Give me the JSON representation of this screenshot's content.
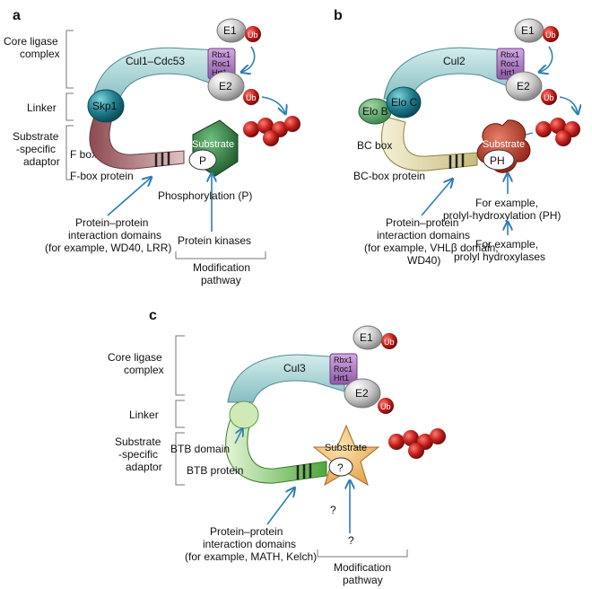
{
  "panels": {
    "a": {
      "letter": "a",
      "core_ligase": [
        "Core ligase",
        "complex"
      ],
      "linker": "Linker",
      "adaptor": [
        "Substrate",
        "-specific",
        "adaptor"
      ],
      "fbox": "F box",
      "fbox_protein": "F-box protein",
      "cullin": "Cul1–Cdc53",
      "skp": "Skp1",
      "rbx": [
        "Rbx1",
        "Roc1",
        "Hrt1"
      ],
      "e1": "E1",
      "e2": "E2",
      "ub": "Ub",
      "substrate": "Substrate",
      "mod": "P",
      "ppi": [
        "Protein–protein",
        "interaction domains",
        "(for example, WD40, LRR)"
      ],
      "phos": "Phosphorylation (P)",
      "kinases": "Protein kinases",
      "pathway": [
        "Modification",
        "pathway"
      ]
    },
    "b": {
      "letter": "b",
      "cullin": "Cul2",
      "elob": "Elo B",
      "eloc": "Elo C",
      "rbx": [
        "Rbx1",
        "Roc1",
        "Hrt1"
      ],
      "e1": "E1",
      "e2": "E2",
      "ub": "Ub",
      "bcbox": "BC box",
      "bcbox_protein": "BC-box protein",
      "substrate": "Substrate",
      "mod": "PH",
      "ppi": [
        "Protein–protein",
        "interaction domains",
        "(for example, VHLβ domain,",
        "WD40)"
      ],
      "hydrox": [
        "For example,",
        "prolyl-hydroxylation (PH)"
      ],
      "hydroxylases": [
        "For example,",
        "prolyl hydroxylases"
      ]
    },
    "c": {
      "letter": "c",
      "core_ligase": [
        "Core ligase",
        "complex"
      ],
      "linker": "Linker",
      "adaptor": [
        "Substrate",
        "-specific",
        "adaptor"
      ],
      "cullin": "Cul3",
      "rbx": [
        "Rbx1",
        "Roc1",
        "Hrt1"
      ],
      "e1": "E1",
      "e2": "E2",
      "ub": "Ub",
      "btb_domain": "BTB domain",
      "btb_protein": "BTB protein",
      "substrate": "Substrate",
      "mod": "?",
      "q1": "?",
      "q2": "?",
      "ppi": [
        "Protein–protein",
        "interaction domains",
        "(for example, MATH, Kelch)"
      ],
      "pathway": [
        "Modification",
        "pathway"
      ]
    }
  },
  "colors": {
    "cullin": "#a9d4d6",
    "rbx": "#b084c4",
    "e2": "#c8c8c8",
    "ub": "#c0201c",
    "skp": "#1e7d8c",
    "fbox_protein": "#b98a8c",
    "bcbox_protein": "#d8cfa0",
    "btb_protein": "#8fcc6a",
    "sub_a": "#2e7a3e",
    "sub_b": "#b03a26",
    "sub_c": "#f2c170",
    "arrow": "#2d7fb5"
  }
}
